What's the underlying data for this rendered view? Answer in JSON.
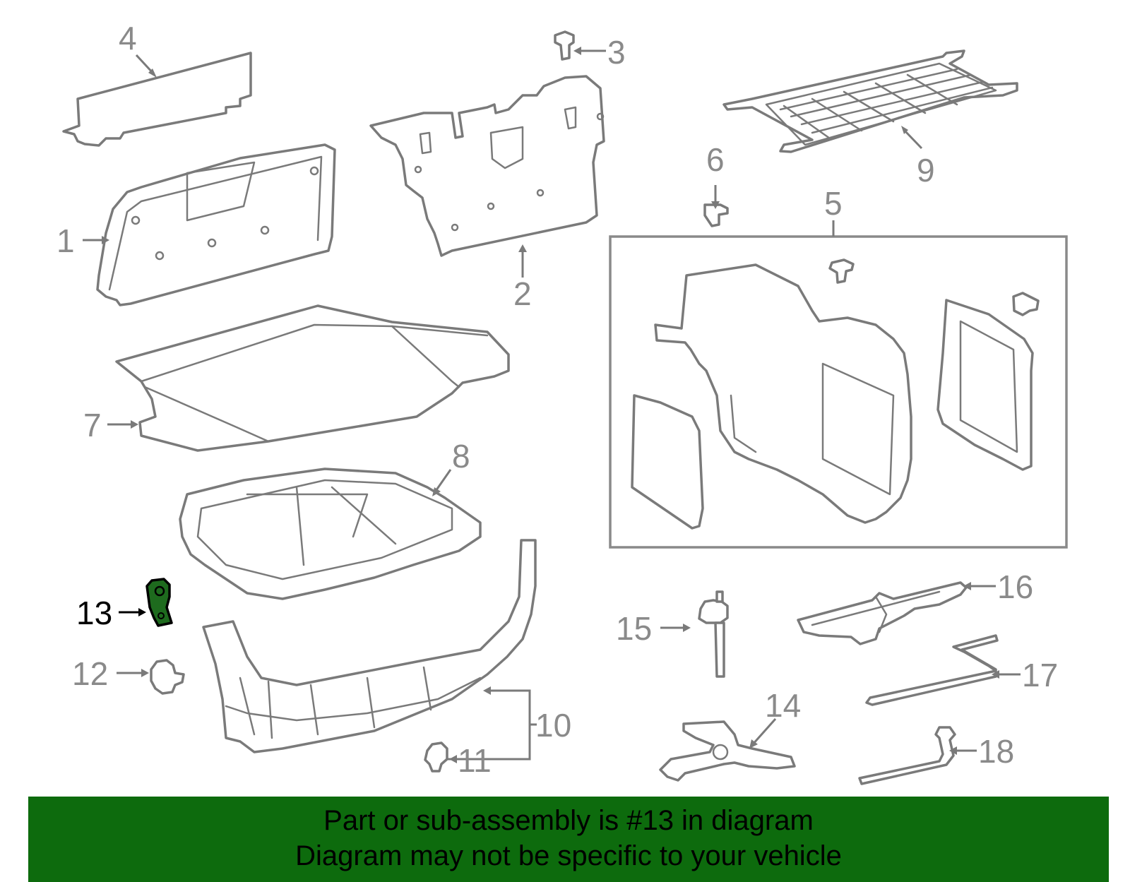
{
  "callouts": {
    "c1": "1",
    "c2": "2",
    "c3": "3",
    "c4": "4",
    "c5": "5",
    "c6": "6",
    "c7": "7",
    "c8": "8",
    "c9": "9",
    "c10": "10",
    "c11": "11",
    "c12": "12",
    "c13": "13",
    "c14": "14",
    "c15": "15",
    "c16": "16",
    "c17": "17",
    "c18": "18"
  },
  "highlight": {
    "part_number": "13",
    "color": "#1e6b1e"
  },
  "banner": {
    "line1": "Part or sub-assembly is #13 in diagram",
    "line2": "Diagram may not be specific to your vehicle",
    "background": "#0d6b0d"
  }
}
